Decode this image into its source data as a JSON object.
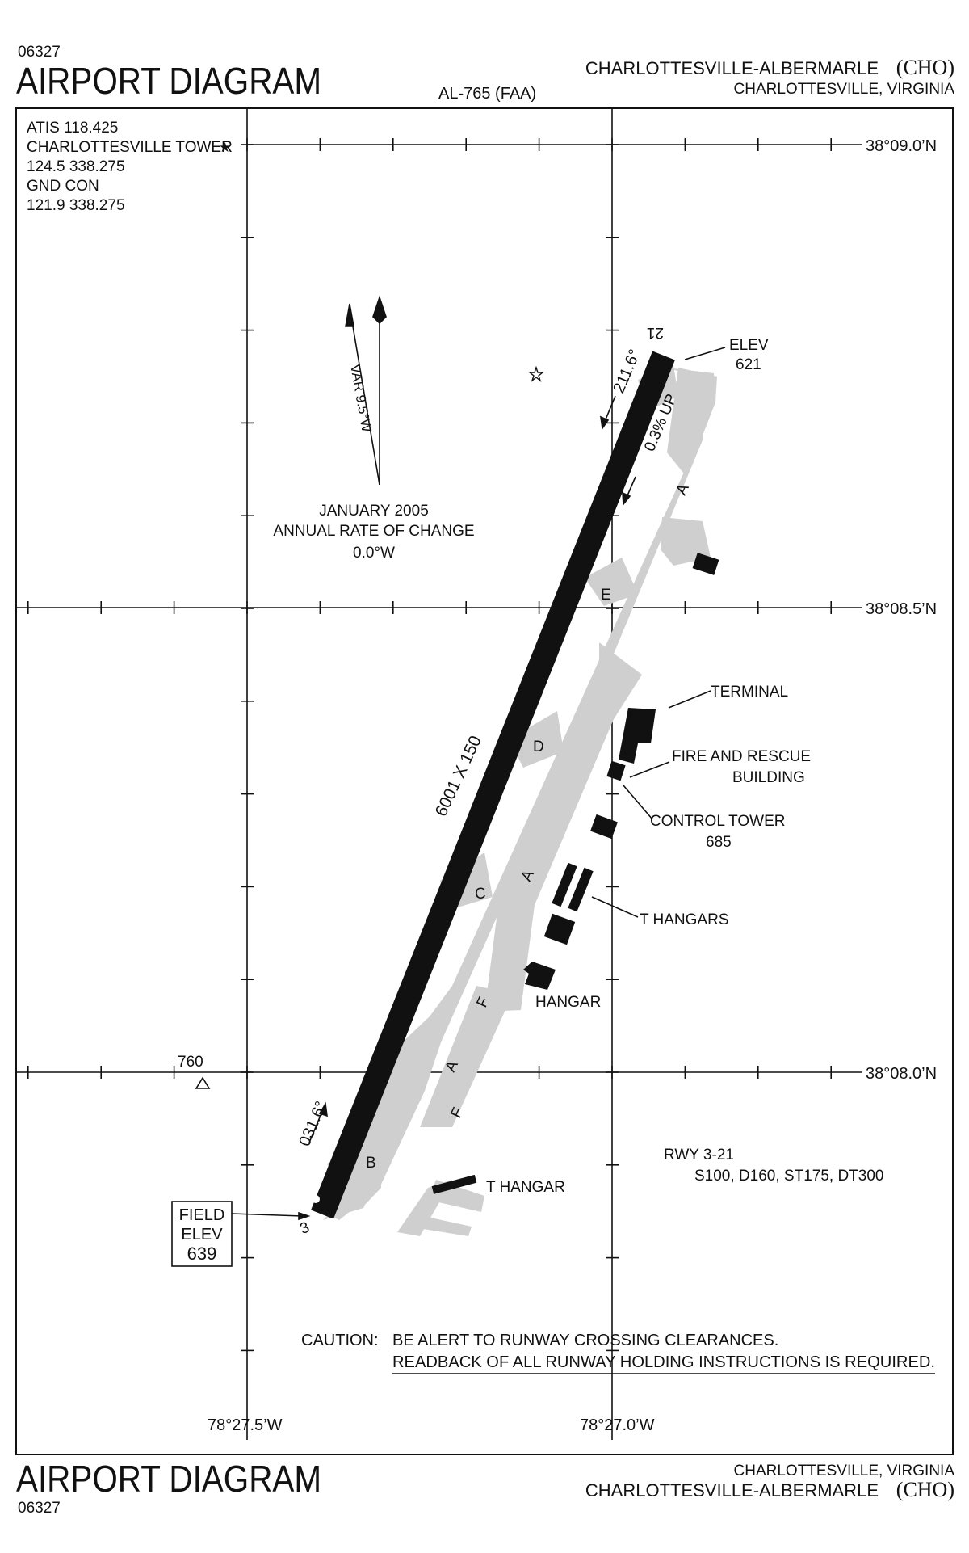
{
  "header": {
    "code": "06327",
    "title": "AIRPORT DIAGRAM",
    "chart_id": "AL-765 (FAA)",
    "airport_name": "CHARLOTTESVILLE-ALBERMARLE",
    "airport_id": "(CHO)",
    "city_state": "CHARLOTTESVILLE, VIRGINIA"
  },
  "footer": {
    "code": "06327",
    "title": "AIRPORT DIAGRAM",
    "airport_name": "CHARLOTTESVILLE-ALBERMARLE",
    "airport_id": "(CHO)",
    "city_state": "CHARLOTTESVILLE, VIRGINIA"
  },
  "frequencies": {
    "atis": "ATIS 118.425",
    "tower": "CHARLOTTESVILLE TOWER",
    "tower_freq": "124.5  338.275",
    "gnd": "GND CON",
    "gnd_freq": "121.9  338.275",
    "tower_symbol": "★"
  },
  "coordinates": {
    "lat_top": "38°09.0’N",
    "lat_mid": "38°08.5’N",
    "lat_bottom": "38°08.0’N",
    "lon_left": "78°27.5’W",
    "lon_right": "78°27.0’W"
  },
  "magnetic": {
    "variation": "VAR 9.5°W",
    "epoch": "JANUARY 2005",
    "rate_label": "ANNUAL RATE OF CHANGE",
    "rate_value": "0.0°W"
  },
  "runway": {
    "designator_top": "21",
    "designator_bottom": "3",
    "dimensions": "6001 X 150",
    "heading_top": "211.6°",
    "heading_bottom": "031.6°",
    "gradient": "0.3% UP",
    "rwy_label": "RWY 3-21",
    "strength": "S100, D160, ST175, DT300"
  },
  "elevations": {
    "elev_label": "ELEV",
    "elev_621": "621",
    "field_label_1": "FIELD",
    "field_label_2": "ELEV",
    "field_value": "639",
    "obstacle_760": "760"
  },
  "taxiways": {
    "a1": "A",
    "a2": "A",
    "a3": "A",
    "b": "B",
    "c": "C",
    "d": "D",
    "e": "E",
    "f1": "F",
    "f2": "F"
  },
  "buildings": {
    "terminal": "TERMINAL",
    "fire_1": "FIRE AND RESCUE",
    "fire_2": "BUILDING",
    "tower": "CONTROL TOWER",
    "tower_elev": "685",
    "t_hangars": "T HANGARS",
    "hangar": "HANGAR",
    "t_hangar": "T HANGAR"
  },
  "caution": {
    "label": "CAUTION:",
    "line1": "BE ALERT TO RUNWAY CROSSING CLEARANCES.",
    "line2": "READBACK OF ALL RUNWAY HOLDING INSTRUCTIONS IS REQUIRED."
  },
  "colors": {
    "ink": "#111111",
    "taxiway": "#cfcfcf"
  }
}
